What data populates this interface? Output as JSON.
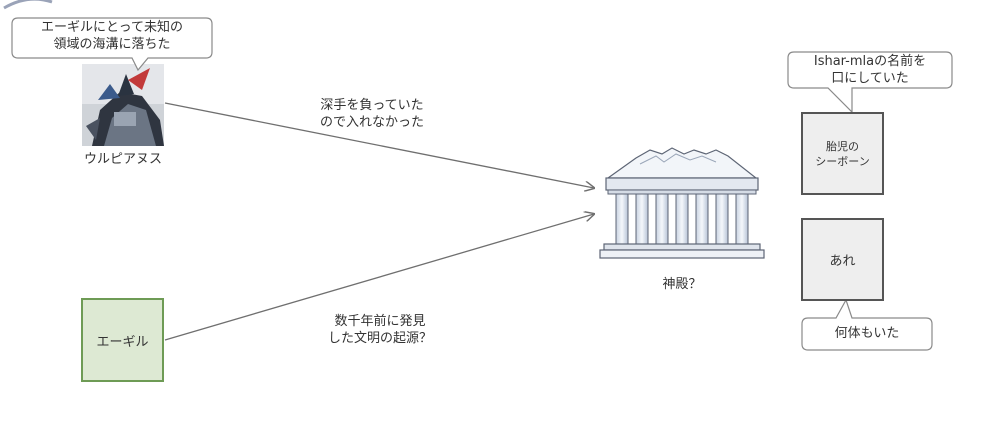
{
  "nodes": {
    "ulpianus": {
      "label": "ウルピアヌス",
      "bubble": [
        "エーギルにとって未知の",
        "領域の海溝に落ちた"
      ]
    },
    "aegir": {
      "label": "エーギル"
    },
    "temple": {
      "label": "神殿？"
    },
    "seaborn_fetus": {
      "label": [
        "胎児の",
        "シーボーン"
      ],
      "bubble": [
        "Ishar-mlaの名前を",
        "口にしていた"
      ]
    },
    "that_thing": {
      "label": "あれ",
      "bubble": "何体もいた"
    }
  },
  "edges": {
    "ulpianus_to_temple": [
      "深手を負っていた",
      "ので入れなかった"
    ],
    "aegir_to_temple": [
      "数千年前に発見",
      "した文明の起源？"
    ]
  },
  "colors": {
    "aegir_fill": "#dde9d3",
    "aegir_border": "#6e9b55",
    "gray_fill": "#eeeeee",
    "gray_border": "#555555",
    "arrow": "#6f6f6f",
    "bubble_border": "#8a8a8a"
  }
}
